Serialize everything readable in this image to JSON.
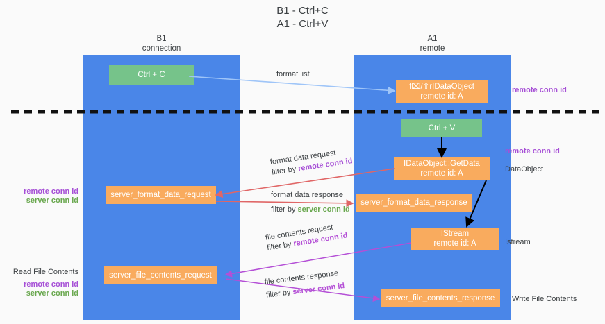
{
  "title": {
    "line1": "B1 - Ctrl+C",
    "line2": "A1 - Ctrl+V"
  },
  "colors": {
    "lane": "#4a86e8",
    "green_node": "#76c38a",
    "orange_node": "#f9ab5e",
    "purple_text": "#a64fd6",
    "green_text": "#6aa84f",
    "blue_arrow": "#9fc5f8",
    "red_arrow": "#e06666",
    "magenta_arrow": "#b44fd6",
    "black_arrow": "#000000",
    "background": "#fafafa"
  },
  "columns": [
    {
      "name": "B1",
      "role": "connection"
    },
    {
      "name": "A1",
      "role": "remote"
    }
  ],
  "nodes": {
    "ctrl_c": {
      "label": "Ctrl + C"
    },
    "data_object_remote": {
      "line1": "f⌧/⇧rIDataObject",
      "line2": "remote id: A"
    },
    "ctrl_v": {
      "label": "Ctrl + V"
    },
    "get_data": {
      "line1": "IDataObject::GetData",
      "line2": "remote id: A"
    },
    "server_format_data_request": {
      "label": "server_format_data_request"
    },
    "server_format_data_response": {
      "label": "server_format_data_response"
    },
    "istream": {
      "line1": "IStream",
      "line2": "remote id: A"
    },
    "server_file_contents_request": {
      "label": "server_file_contents_request"
    },
    "server_file_contents_response": {
      "label": "server_file_contents_response"
    }
  },
  "edges": {
    "format_list": {
      "label": "format list"
    },
    "format_data_request": {
      "line1": "format data request",
      "line2_prefix": "filter by ",
      "line2_key": "remote conn id"
    },
    "format_data_response": {
      "line1": "format data response",
      "line2_prefix": "filter by ",
      "line2_key": "server conn id"
    },
    "file_contents_request": {
      "line1": "file contents request",
      "line2_prefix": "filter by ",
      "line2_key": "remote conn id"
    },
    "file_contents_response": {
      "line1": "file contents response",
      "line2_prefix": "filter by ",
      "line2_key": "server conn id"
    }
  },
  "annotations": {
    "right_remote_conn_id_1": "remote conn id",
    "right_remote_conn_id_2": "remote conn id",
    "right_data_object": "DataObject",
    "right_istream": "Istream",
    "right_write_file_contents": "Write File Contents",
    "left_remote_conn_id_1": "remote conn id",
    "left_server_conn_id_1": "server conn id",
    "left_read_file_contents": "Read File Contents",
    "left_remote_conn_id_2": "remote conn id",
    "left_server_conn_id_2": "server conn id"
  }
}
